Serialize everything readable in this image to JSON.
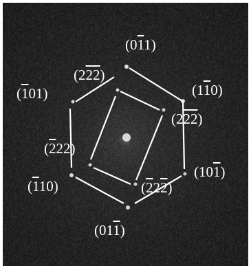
{
  "labels": {
    "top": {
      "pre": "(0",
      "bar": "1",
      "mid": "1",
      "bar2": "",
      "post": ")"
    },
    "upper_left_inner": {
      "pre": "(2",
      "bar": "2",
      "mid": "",
      "bar2": "2",
      "post": ")"
    },
    "left_upper": {
      "pre": "(",
      "bar": "1",
      "mid": "01",
      "bar2": "",
      "post": ")"
    },
    "right_upper": {
      "pre": "(1",
      "bar": "1",
      "mid": "0",
      "bar2": "",
      "post": ")"
    },
    "right_inner": {
      "pre": "(2",
      "bar": "2",
      "mid": "",
      "bar2": "2",
      "post": ")"
    },
    "left_inner": {
      "pre": "(",
      "bar": "2",
      "mid": "22",
      "bar2": "",
      "post": ")"
    },
    "right_lower": {
      "pre": "(10",
      "bar": "1",
      "mid": "",
      "bar2": "",
      "post": ")"
    },
    "left_lower": {
      "pre": "(",
      "bar": "1",
      "mid": "10",
      "bar2": "",
      "post": ")"
    },
    "lower_inner": {
      "pre": "(",
      "bar": "2",
      "mid": "2",
      "bar2": "2",
      "post": ")"
    },
    "bottom": {
      "pre": "(01",
      "bar": "1",
      "mid": "",
      "bar2": "",
      "post": ")"
    }
  },
  "colors": {
    "frame": "#ffffff",
    "lines": "#ffffff",
    "spot": "#e8e8e8"
  }
}
